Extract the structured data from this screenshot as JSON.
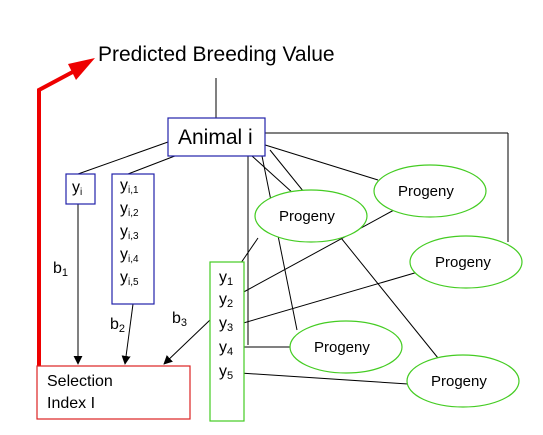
{
  "title": "Predicted Breeding Value",
  "animal": "Animal i",
  "own_record": {
    "main": "y",
    "sub": "i"
  },
  "repeated_records": [
    {
      "main": "y",
      "sub": "i,1"
    },
    {
      "main": "y",
      "sub": "i,2"
    },
    {
      "main": "y",
      "sub": "i,3"
    },
    {
      "main": "y",
      "sub": "i,4"
    },
    {
      "main": "y",
      "sub": "i,5"
    }
  ],
  "progeny_records": [
    {
      "main": "y",
      "sub": "1"
    },
    {
      "main": "y",
      "sub": "2"
    },
    {
      "main": "y",
      "sub": "3"
    },
    {
      "main": "y",
      "sub": "4"
    },
    {
      "main": "y",
      "sub": "5"
    }
  ],
  "weights": [
    {
      "main": "b",
      "sub": "1"
    },
    {
      "main": "b",
      "sub": "2"
    },
    {
      "main": "b",
      "sub": "3"
    }
  ],
  "progeny_label": "Progeny",
  "index_lines": [
    "Selection",
    "Index I"
  ],
  "colors": {
    "animal_box": "#2222aa",
    "record_box": "#2222aa",
    "progeny": "#44cc22",
    "index_box": "#dd2222",
    "arrow_red": "#ee0000"
  }
}
